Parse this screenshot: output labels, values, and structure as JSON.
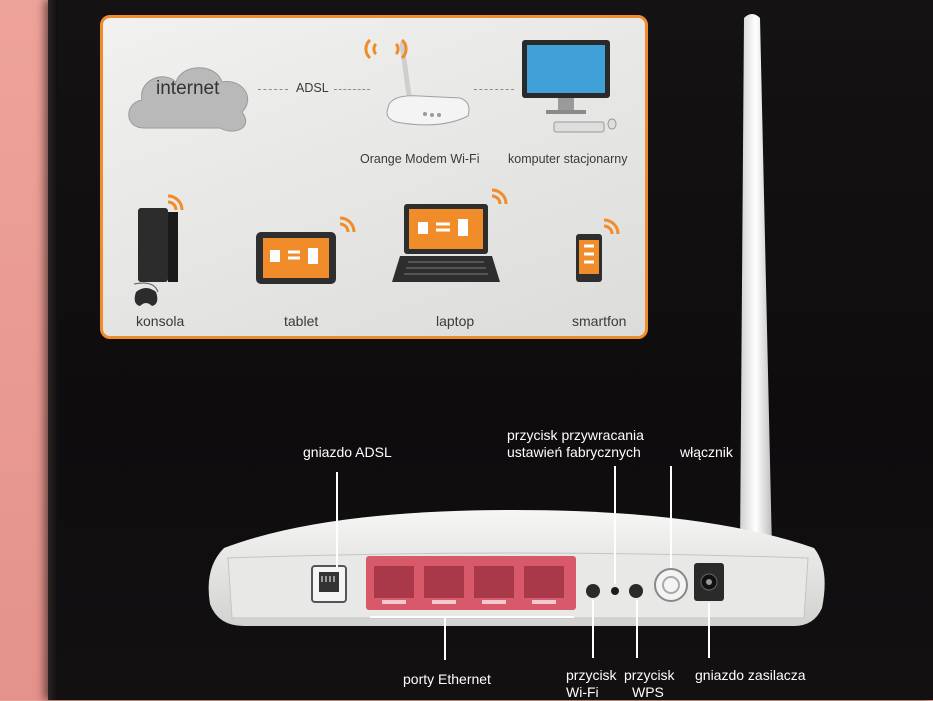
{
  "diagram": {
    "nodes": {
      "internet": "internet",
      "adsl": "ADSL",
      "modem": "Orange Modem Wi-Fi",
      "desktop": "komputer stacjonarny",
      "console": "konsola",
      "tablet": "tablet",
      "laptop": "laptop",
      "smartphone": "smartfon"
    },
    "accent_color": "#f08c2a"
  },
  "callouts": {
    "adsl_port": "gniazdo ADSL",
    "reset_line1": "przycisk przywracania",
    "reset_line2": "ustawień fabrycznych",
    "power_switch": "włącznik",
    "ethernet": "porty Ethernet",
    "wifi_line1": "przycisk",
    "wifi_line2": "Wi-Fi",
    "wps_line1": "przycisk",
    "wps_line2": "WPS",
    "power_jack": "gniazdo zasilacza"
  },
  "colors": {
    "box_background": "#121011",
    "panel_border": "#f08c2a",
    "ethernet_ports": "#d85a6a",
    "router_body": "#eeeeec"
  }
}
